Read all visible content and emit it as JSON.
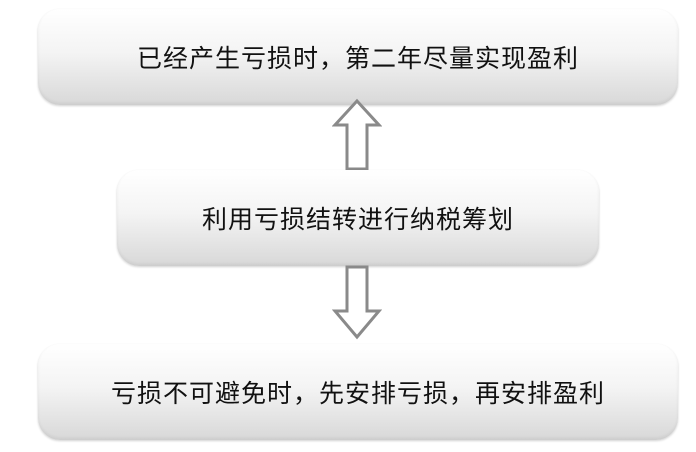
{
  "boxes": {
    "top": "已经产生亏损时，第二年尽量实现盈利",
    "middle": "利用亏损结转进行纳税筹划",
    "bottom": "亏损不可避免时，先安排亏损，再安排盈利"
  },
  "colors": {
    "box_edge": "#d8d8d8",
    "arrow_fill": "#ffffff",
    "arrow_stroke": "#8a8a8a",
    "text": "#111111"
  }
}
